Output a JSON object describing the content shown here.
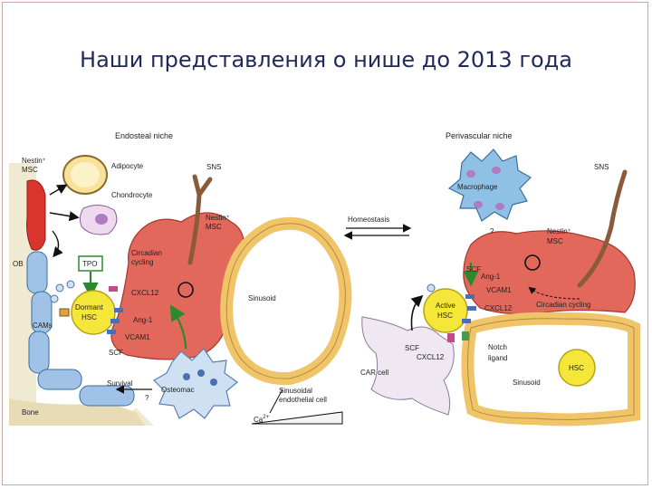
{
  "slide": {
    "title": "Наши представления о нише до 2013 года"
  },
  "diagram": {
    "left_panel": {
      "heading": "Endosteal niche",
      "labels": {
        "nestin_msc_left": "Nestin⁺",
        "nestin_msc_left_2": "MSC",
        "adipocyte": "Adipocyte",
        "chondrocyte": "Chondrocyte",
        "sns": "SNS",
        "nestin_msc": "Nestin⁺",
        "nestin_msc_2": "MSC",
        "ob": "OB",
        "tpo": "TPO",
        "circadian": "Circadian",
        "cycling": "cycling",
        "cxcl12": "CXCL12",
        "dormant": "Dormant",
        "hsc": "HSC",
        "cams": "CAMs",
        "ang1": "Ang-1",
        "vcam1": "VCAM1",
        "scf": "SCF",
        "sinusoid": "Sinusoid",
        "survival": "Survival",
        "question": "?",
        "osteomac": "Osteomac",
        "sinusoidal": "Sinusoidal",
        "endothelial": "endothelial cell",
        "bone": "Bone",
        "ca": "Ca",
        "ca_sup": "2+"
      }
    },
    "middle": {
      "homeostasis": "Homeostasis"
    },
    "right_panel": {
      "heading": "Perivascular niche",
      "labels": {
        "macrophage": "Macrophage",
        "sns": "SNS",
        "nestin": "Nestin⁺",
        "msc": "MSC",
        "question": "?",
        "scf_top": "SCF",
        "ang1": "Ang-1",
        "vcam1": "VCAM1",
        "cxcl12_top": "CXCL12",
        "circadian_cycling": "Circadian cycling",
        "active": "Active",
        "hsc_active": "HSC",
        "scf_left": "SCF",
        "car_cell": "CAR cell",
        "cxcl12_bottom": "CXCL12",
        "notch": "Notch",
        "ligand": "ligand",
        "sinusoid": "Sinusoid",
        "hsc_sinus": "HSC"
      }
    }
  }
}
